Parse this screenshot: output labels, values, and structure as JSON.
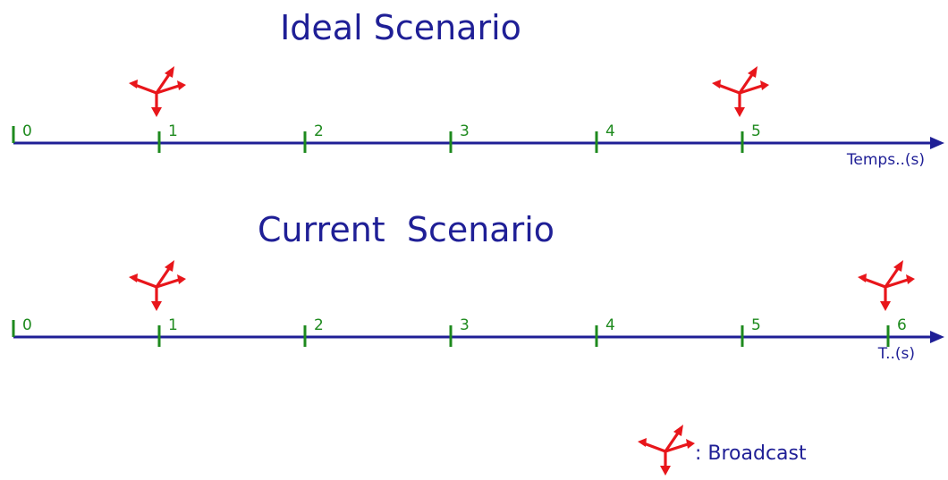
{
  "colors": {
    "title": "#1f1f96",
    "axis": "#1f1f96",
    "tick": "#1e8a1e",
    "broadcast": "#e8161b"
  },
  "icons": {
    "broadcast": "broadcast-arrows-icon"
  },
  "ideal": {
    "title": "Ideal Scenario",
    "axis_label": "Temps..(s)",
    "ticks": [
      "0",
      "1",
      "2",
      "3",
      "4",
      "5"
    ],
    "broadcast_at": [
      "1",
      "5"
    ]
  },
  "current": {
    "title": "Current  Scenario",
    "axis_label": "T..(s)",
    "ticks": [
      "0",
      "1",
      "2",
      "3",
      "4",
      "5",
      "6"
    ],
    "broadcast_at": [
      "1",
      "6"
    ]
  },
  "legend": {
    "label": ": Broadcast"
  }
}
